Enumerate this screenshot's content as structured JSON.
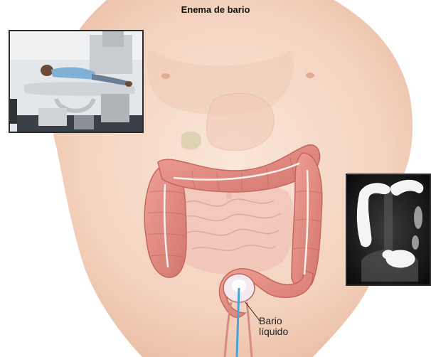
{
  "diagram": {
    "title": "Enema de bario",
    "label_lines": [
      "Bario",
      "líquido"
    ],
    "colors": {
      "skin": "#f6d9c7",
      "skin_shadow": "#e9bfa8",
      "colon": "#e58f86",
      "colon_dark": "#c96a63",
      "intestine": "#eab0a6",
      "barium": "#ffffff",
      "tube": "#4aa3d8",
      "frame": "#2b2b2b"
    },
    "icons": {
      "photo_inset": "patient-on-xray-table-photo",
      "xray_inset": "barium-xray-image"
    }
  }
}
